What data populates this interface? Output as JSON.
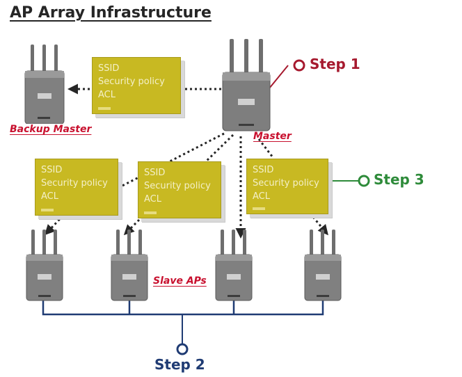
{
  "title": "AP Array Infrastructure",
  "card_lines": [
    "SSID",
    "Security policy",
    "ACL"
  ],
  "labels": {
    "backup_master": "Backup Master",
    "master": "Master",
    "slave_aps": "Slave APs"
  },
  "steps": {
    "step1": "Step 1",
    "step2": "Step 2",
    "step3": "Step 3"
  },
  "colors": {
    "card_fill": "#c8b922",
    "step1": "#a6192e",
    "step2": "#1f3b73",
    "step3": "#2e8b3a",
    "label_red": "#c8102e"
  },
  "icons": [
    "access-point-icon"
  ]
}
